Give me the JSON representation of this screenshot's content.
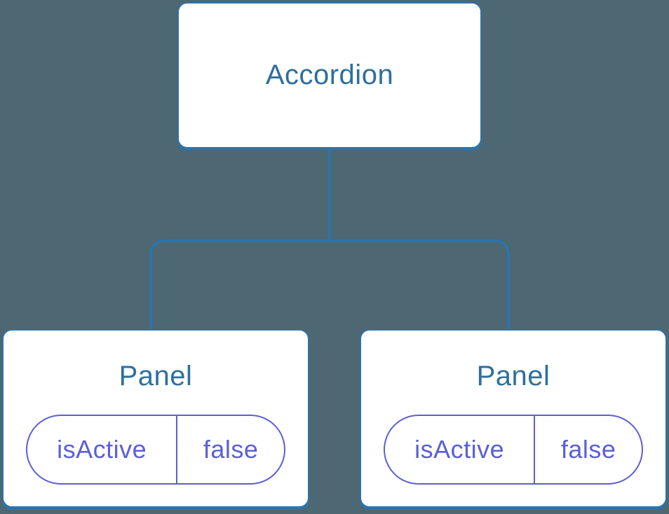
{
  "diagram": {
    "type": "component-tree",
    "root": {
      "label": "Accordion"
    },
    "children": [
      {
        "title": "Panel",
        "prop_name": "isActive",
        "prop_value": "false"
      },
      {
        "title": "Panel",
        "prop_name": "isActive",
        "prop_value": "false"
      }
    ],
    "edges": [
      {
        "from": "Accordion",
        "to": "Panel (left)"
      },
      {
        "from": "Accordion",
        "to": "Panel (right)"
      }
    ]
  },
  "colors": {
    "background": "#4d6773",
    "connector_line": "#2e74a8",
    "node_border": "#2e74a8",
    "node_fill": "#ffffff",
    "node_title_text": "#2e6f9e",
    "prop_pill_border": "#5b5fd6",
    "prop_pill_text": "#5a60d6"
  }
}
